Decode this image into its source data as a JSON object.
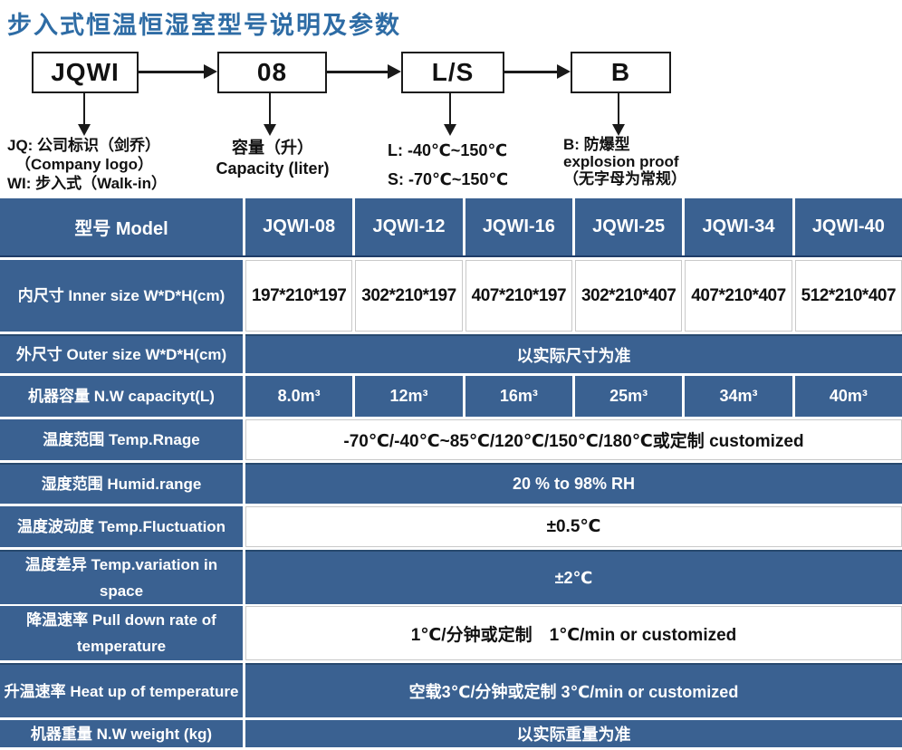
{
  "title": "步入式恒温恒湿室型号说明及参数",
  "colors": {
    "title_text": "#2e6ca5",
    "table_blue": "#3a6191",
    "dark_line": "#1f3c68",
    "box_border": "#1a1a1a"
  },
  "flow": {
    "boxes": [
      {
        "label": "JQWI",
        "note_lines": [
          "JQ: 公司标识（剑乔）",
          "（Company logo）",
          "WI: 步入式（Walk-in）"
        ]
      },
      {
        "label": "08",
        "note_lines": [
          "容量（升）",
          "Capacity (liter)"
        ]
      },
      {
        "label": "L/S",
        "note_lines": [
          "L: -40℃~150℃",
          "S: -70℃~150℃"
        ]
      },
      {
        "label": "B",
        "note_lines": [
          "B: 防爆型",
          "explosion proof",
          "（无字母为常规）"
        ]
      }
    ]
  },
  "table": {
    "header": {
      "label": "型号 Model",
      "models": [
        "JQWI-08",
        "JQWI-12",
        "JQWI-16",
        "JQWI-25",
        "JQWI-34",
        "JQWI-40"
      ]
    },
    "rows": [
      {
        "label": "内尺寸 Inner size W*D*H(cm)",
        "values": [
          "197*210*197",
          "302*210*197",
          "407*210*197",
          "302*210*407",
          "407*210*407",
          "512*210*407"
        ]
      },
      {
        "label": "外尺寸 Outer size W*D*H(cm)",
        "value": "以实际尺寸为准"
      },
      {
        "label": "机器容量 N.W capacityt(L)",
        "values": [
          "8.0m³",
          "12m³",
          "16m³",
          "25m³",
          "34m³",
          "40m³"
        ]
      },
      {
        "label": "温度范围 Temp.Rnage",
        "value": "-70℃/-40℃~85℃/120℃/150℃/180℃或定制 customized"
      },
      {
        "label": "湿度范围 Humid.range",
        "value": "20 % to 98% RH"
      },
      {
        "label": "温度波动度 Temp.Fluctuation",
        "value": "±0.5℃"
      },
      {
        "label": "温度差异 Temp.variation in space",
        "value": "±2℃"
      },
      {
        "label": "降温速率 Pull down rate of temperature",
        "value": "1℃/分钟或定制　1℃/min or customized"
      },
      {
        "label": "升温速率 Heat up of temperature",
        "value": "空载3℃/分钟或定制 3℃/min or customized"
      },
      {
        "label": "机器重量 N.W weight (kg)",
        "value": "以实际重量为准"
      }
    ]
  }
}
